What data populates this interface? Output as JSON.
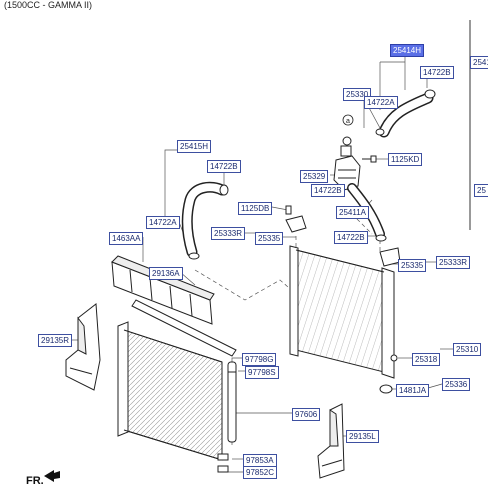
{
  "header": {
    "engine": "(1500CC - GAMMA II)"
  },
  "direction": {
    "label": "FR."
  },
  "parts": {
    "p25414H": "25414H",
    "p14722B_a": "14722B",
    "p2533Q": "25330",
    "p14722A_a": "14722A",
    "p2541_edge": "2541",
    "p25415H": "25415H",
    "p14722B_b": "14722B",
    "p1125KD": "1125KD",
    "p25329": "25329",
    "p14722B_c": "14722B",
    "p25411A": "25411A",
    "p1125DB": "1125DB",
    "p14722A_b": "14722A",
    "p25333R_a": "25333R",
    "p25335_a": "25335",
    "p14722B_d": "14722B",
    "p1463AA": "1463AA",
    "p25335_b": "25335",
    "p25333R_b": "25333R",
    "p29136A": "29136A",
    "p29135R": "29135R",
    "p97798G": "97798G",
    "p97798S": "97798S",
    "p25318": "25318",
    "p25310": "25310",
    "p25336": "25336",
    "p1481JA": "1481JA",
    "p97606": "97606",
    "p29135L": "29135L",
    "p97853A": "97853A",
    "p97852C": "97852C",
    "p25_edge": "25"
  },
  "callout": {
    "letter": "a"
  },
  "colors": {
    "label_border": "#3d4fa0",
    "label_text": "#1a2a6e",
    "highlight": "#5a6fe6",
    "line": "#555555"
  }
}
